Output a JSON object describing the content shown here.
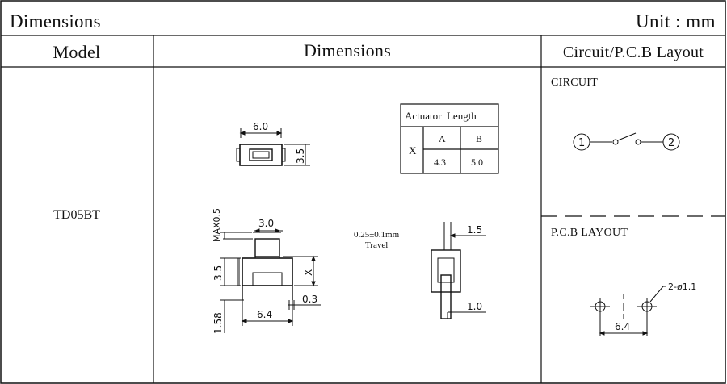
{
  "header": {
    "title": "Dimensions",
    "unit": "Unit : mm"
  },
  "columns": {
    "model": "Model",
    "dimensions": "Dimensions",
    "layout": "Circuit/P.C.B Layout"
  },
  "model": "TD05BT",
  "top_view": {
    "width": "6.0",
    "height": "3.5"
  },
  "actuator_table": {
    "title": "Actuator  Length",
    "row_label": "X",
    "headers": [
      "A",
      "B"
    ],
    "values": [
      "4.3",
      "5.0"
    ]
  },
  "side_view": {
    "max": "MAX0.5",
    "top": "3.0",
    "x": "X",
    "height": "3.5",
    "offset": "0.3",
    "pitch": "6.4",
    "leg": "1.58"
  },
  "end_view": {
    "travel_value": "0.25±0.1mm",
    "travel_label": "Travel",
    "top": "1.5",
    "bottom": "1.0"
  },
  "circuit": {
    "label": "CIRCUIT",
    "pin1": "1",
    "pin2": "2"
  },
  "pcb": {
    "label": "P.C.B LAYOUT",
    "holes": "2-ø1.1",
    "pitch": "6.4"
  }
}
